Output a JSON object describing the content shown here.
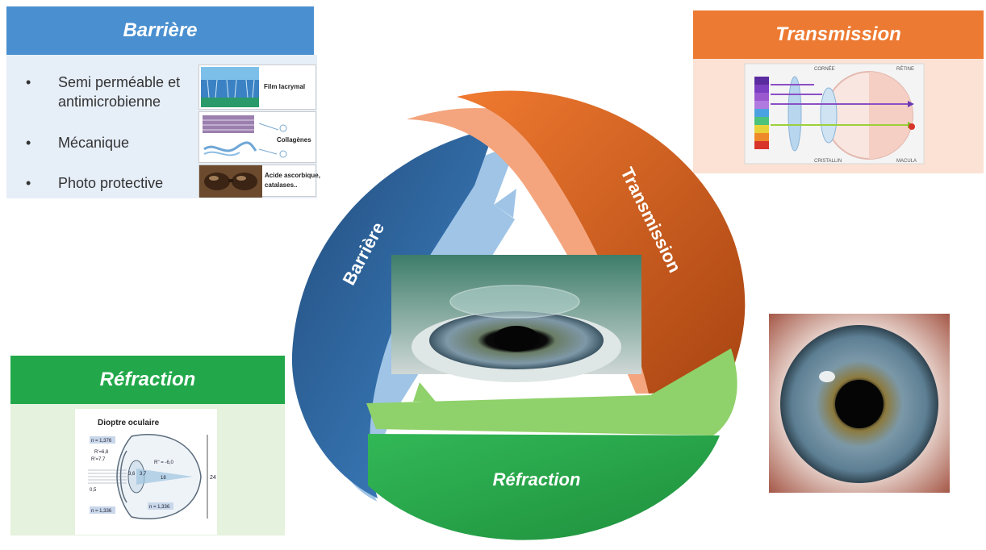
{
  "panels": {
    "barriere": {
      "title": "Barrière",
      "bullet": "•",
      "items": [
        {
          "line1": "Semi perméable et",
          "line2": "antimicrobienne"
        },
        {
          "line1": "Mécanique"
        },
        {
          "line1": "Photo protective"
        }
      ],
      "thumb_labels": {
        "tear_film": "Film lacrymal",
        "collagen": "Collagènes",
        "sunglasses_1": "Acide ascorbique,",
        "sunglasses_2": "catalases.."
      }
    },
    "transmission": {
      "title": "Transmission",
      "labels": {
        "cornee": "CORNÉE",
        "retine": "RÉTINE",
        "cristallin": "CRISTALLIN",
        "macula": "MACULA"
      }
    },
    "refraction": {
      "title": "Réfraction",
      "diagram_title": "Dioptre oculaire",
      "labels": {
        "n1": "n = 1,376",
        "n2": "n = 1,336",
        "n3": "n = 1,336",
        "r1": "R'=6,8",
        "r2": "R'=7,7",
        "r3": "R'' = -6,0",
        "d1": "0,5",
        "d2": "3,6",
        "d3": "3,7",
        "d4": "18",
        "d5": "24"
      }
    }
  },
  "cycle": {
    "segments": [
      {
        "label": "Barrière",
        "color": "#2e6aa8",
        "light": "#9fc4e6"
      },
      {
        "label": "Transmission",
        "color": "#cf5a1c",
        "light": "#f4a57e"
      },
      {
        "label": "Réfraction",
        "color": "#23a84a",
        "light": "#8fd16a"
      }
    ]
  },
  "colors": {
    "barriere": "#4a90d0",
    "transmission": "#ed7a32",
    "refraction": "#22a84a"
  }
}
